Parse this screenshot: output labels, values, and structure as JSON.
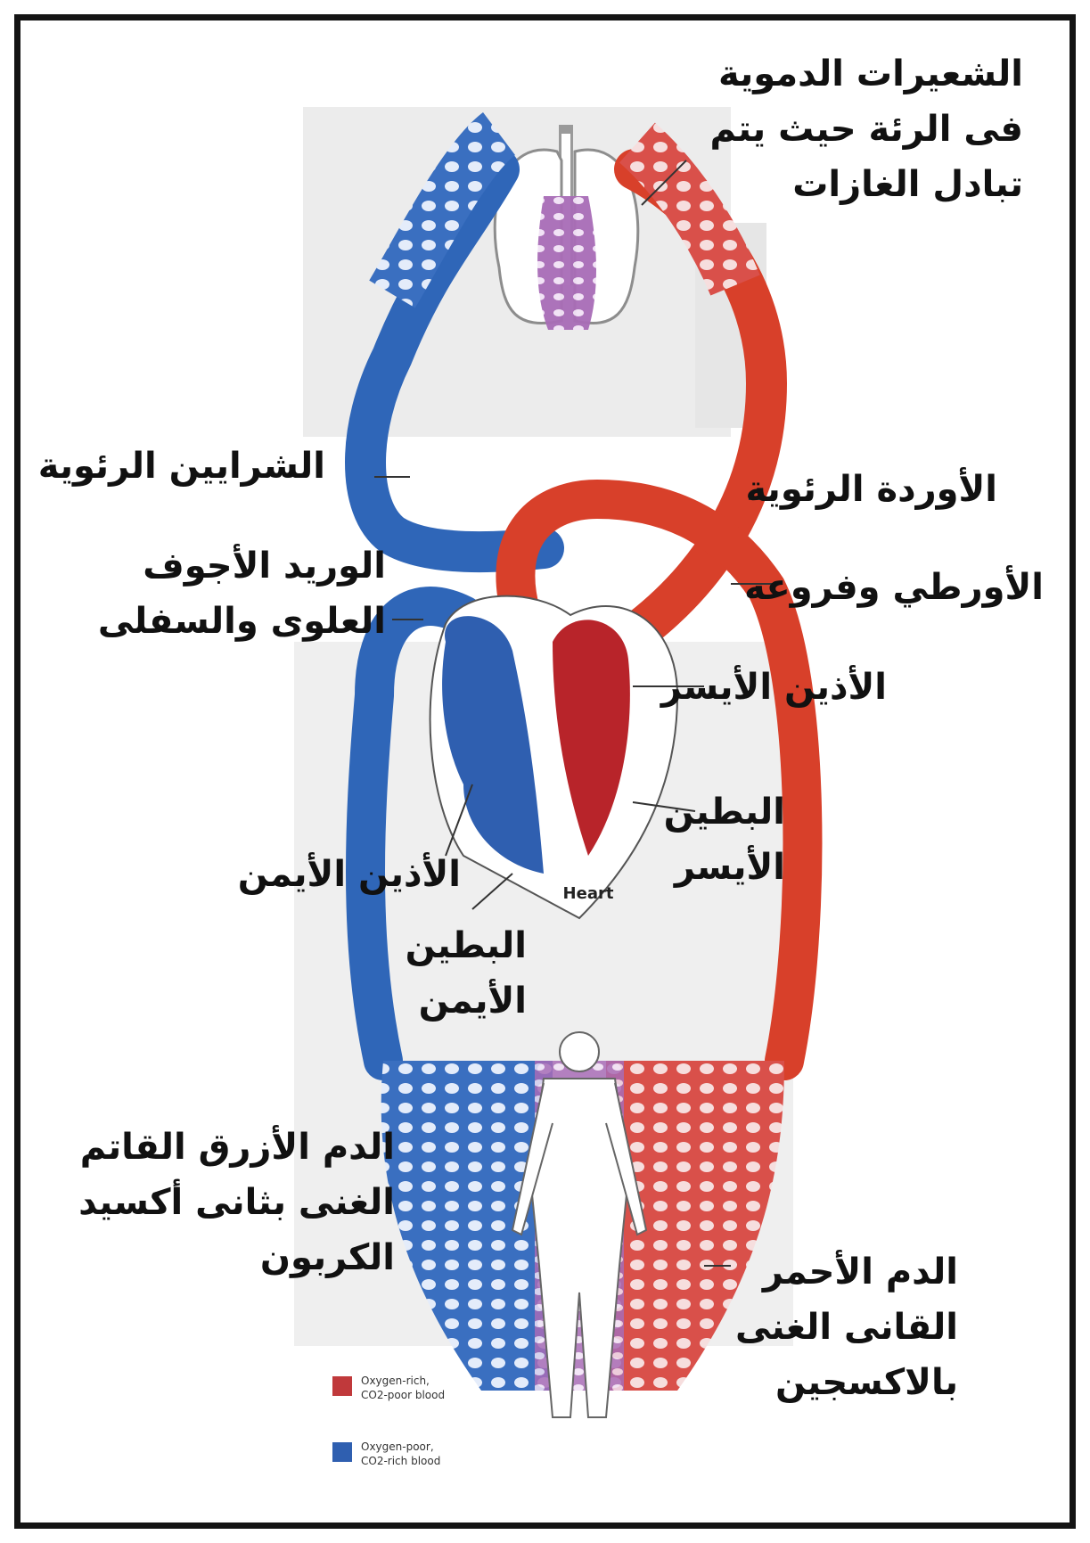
{
  "labels": {
    "lung_capillaries": [
      "الشعيرات الدموية",
      "فى الرئة حيث يتم",
      "تبادل الغازات"
    ],
    "pulmonary_arteries": "الشرايين الرئوية",
    "pulmonary_veins": "الأوردة الرئوية",
    "vena_cava": [
      "الوريد الأجوف",
      "العلوى والسفلى"
    ],
    "aorta": "الأورطي وفروعه",
    "left_atrium": "الأذين الأيسر",
    "left_ventricle": [
      "البطين",
      "الأيسر"
    ],
    "right_atrium": "الأذين الأيمن",
    "right_ventricle": [
      "البطين",
      "الأيمن"
    ],
    "deoxygenated_blood": [
      "الدم الأزرق القاتم",
      "الغنى بثانى أكسيد",
      "الكربون"
    ],
    "oxygenated_blood": [
      "الدم الأحمر",
      "القانى الغنى",
      "بالاكسجين"
    ],
    "heart_caption": "Heart"
  },
  "legend": [
    {
      "line1": "Oxygen-rich,",
      "line2": "CO2-poor blood",
      "color": "#c0393b"
    },
    {
      "line1": "Oxygen-poor,",
      "line2": "CO2-rich blood",
      "color": "#2f5fb0"
    }
  ],
  "colors": {
    "oxygenated": "#d8402a",
    "deoxygenated": "#2f66b8",
    "mixed_capillaries": "#a870b4",
    "background_panel": "#ececec",
    "frame": "#141414"
  }
}
